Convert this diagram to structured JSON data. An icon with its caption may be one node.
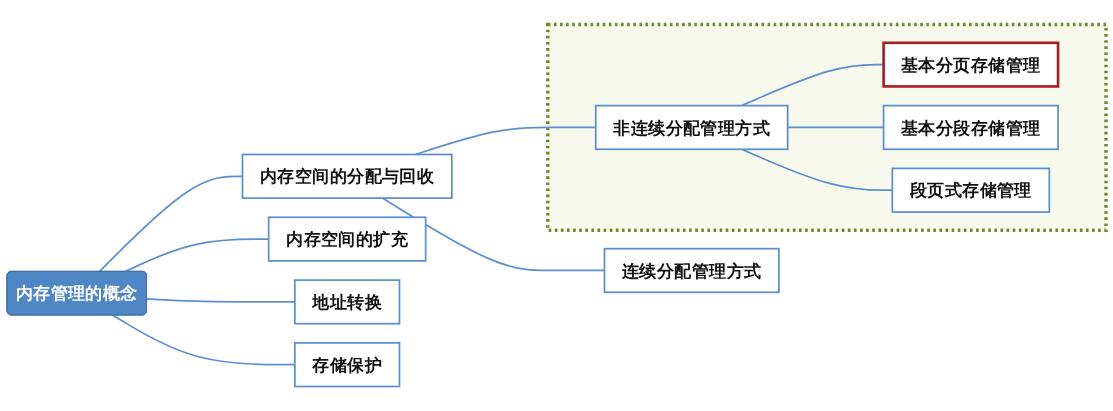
{
  "diagram": {
    "nodes": [
      {
        "text": [
          "内存管理的概念"
        ]
      },
      {
        "text": [
          "内存空间的分配与回收"
        ]
      },
      {
        "text": [
          "连续分配管理方式"
        ]
      },
      {
        "text": [],
        "shape": "box"
      },
      {
        "text": [
          "非连续分配管理方式"
        ],
        "in": 3
      },
      {
        "text": [
          "基本分页存储管理"
        ],
        "in": 3
      },
      {
        "text": [
          "基本分段存储管理"
        ],
        "in": 3
      },
      {
        "text": [
          "段页式存储管理"
        ],
        "in": 3
      },
      {
        "text": [
          "内存空间的扩充"
        ]
      },
      {
        "text": [
          "地址转换"
        ]
      },
      {
        "text": [
          "存储保护"
        ]
      }
    ],
    "edges": [
      {
        "from": 0,
        "to": 1,
        "arrow": "none"
      },
      {
        "from": 1,
        "to": 2,
        "arrow": "none"
      },
      {
        "from": 1,
        "to": 4,
        "arrow": "none"
      },
      {
        "from": 4,
        "to": 5,
        "arrow": "none"
      },
      {
        "from": 4,
        "to": 6,
        "arrow": "none"
      },
      {
        "from": 4,
        "to": 7,
        "arrow": "none"
      },
      {
        "from": 0,
        "to": 8,
        "arrow": "none"
      },
      {
        "from": 0,
        "to": 9,
        "arrow": "none"
      },
      {
        "from": 0,
        "to": 10,
        "arrow": "none"
      }
    ]
  }
}
